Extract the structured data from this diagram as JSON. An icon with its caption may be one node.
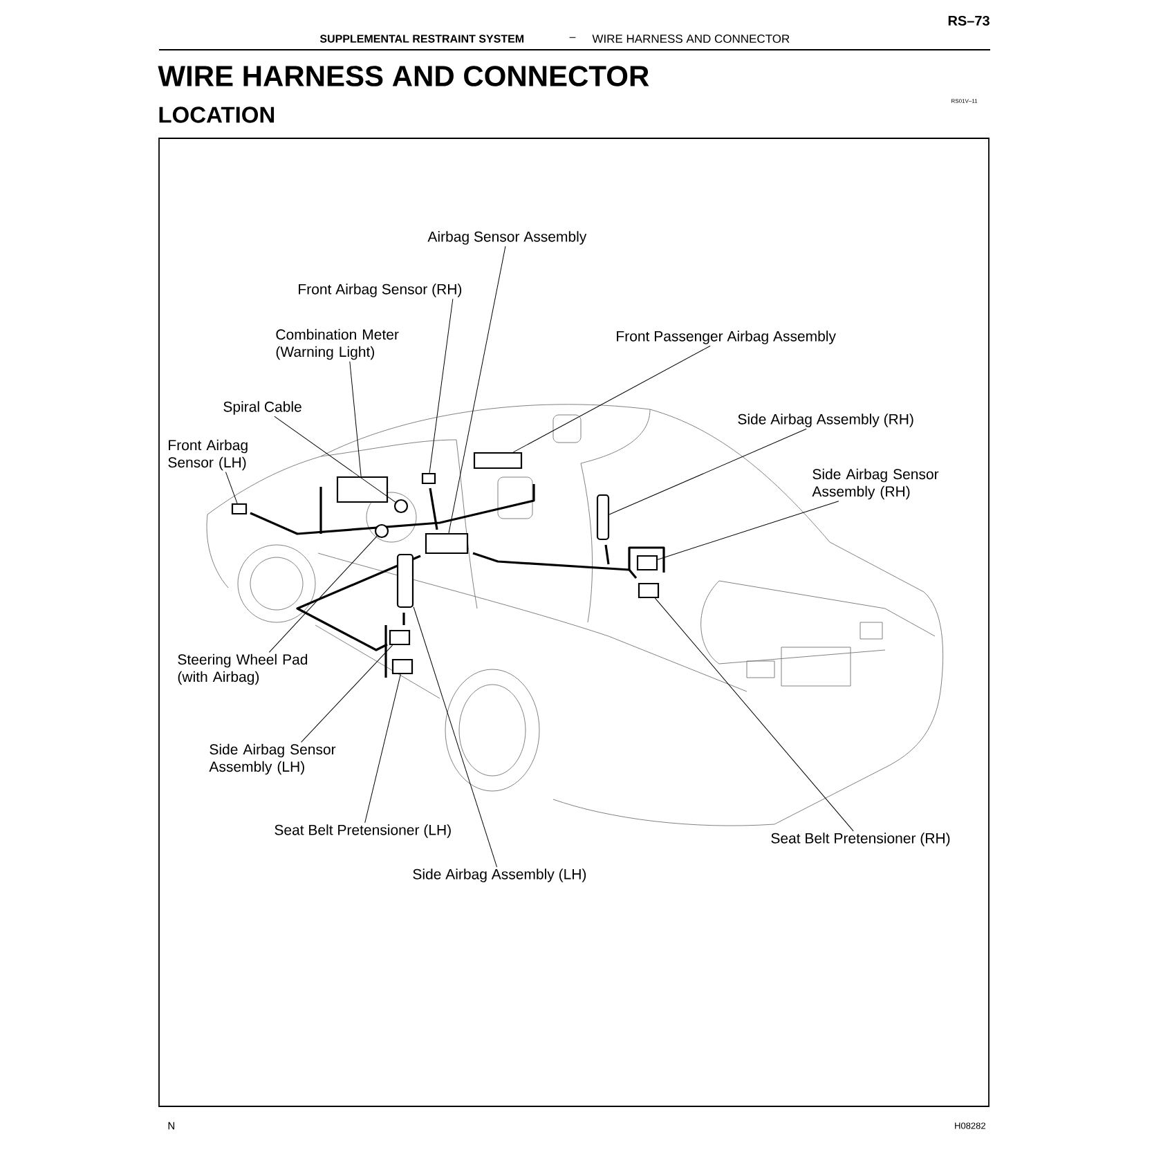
{
  "diagram": {
    "title": "WIRE HARNESS AND CONNECTOR",
    "nodes": [
      {
        "text": [
          "Airbag Sensor Assembly"
        ]
      },
      {
        "text": [
          "Front Airbag Sensor (RH)"
        ]
      },
      {
        "text": [
          "Combination Meter (Warning Light)"
        ]
      },
      {
        "text": [
          "Front Passenger Airbag Assembly"
        ]
      },
      {
        "text": [
          "Spiral Cable"
        ]
      },
      {
        "text": [
          "Front Airbag Sensor (LH)"
        ]
      },
      {
        "text": [
          "Side Airbag Assembly (RH)"
        ]
      },
      {
        "text": [
          "Side Airbag Sensor Assembly (RH)"
        ]
      },
      {
        "text": [
          "Steering Wheel Pad (with Airbag)"
        ]
      },
      {
        "text": [
          "Side Airbag Sensor Assembly (LH)"
        ]
      },
      {
        "text": [
          "Seat Belt Pretensioner (LH)"
        ]
      },
      {
        "text": [
          "Side Airbag Assembly (LH)"
        ]
      },
      {
        "text": [
          "Seat Belt Pretensioner (RH)"
        ]
      },
      {
        "text": [],
        "shape": "box"
      },
      {
        "text": [],
        "shape": "box"
      },
      {
        "text": [],
        "shape": "box"
      },
      {
        "text": [],
        "shape": "box"
      },
      {
        "text": [],
        "shape": "circle"
      },
      {
        "text": [],
        "shape": "box"
      },
      {
        "text": [],
        "shape": "bar"
      },
      {
        "text": [],
        "shape": "box"
      },
      {
        "text": [],
        "shape": "circle"
      },
      {
        "text": [],
        "shape": "box"
      },
      {
        "text": [],
        "shape": "box"
      },
      {
        "text": [],
        "shape": "bar"
      },
      {
        "text": [],
        "shape": "box"
      }
    ],
    "edges": [
      {
        "from": 0,
        "to": 13,
        "arrow": "none"
      },
      {
        "from": 1,
        "to": 14,
        "arrow": "none"
      },
      {
        "from": 2,
        "to": 15,
        "arrow": "none"
      },
      {
        "from": 3,
        "to": 16,
        "arrow": "none"
      },
      {
        "from": 4,
        "to": 17,
        "arrow": "none"
      },
      {
        "from": 5,
        "to": 18,
        "arrow": "none"
      },
      {
        "from": 6,
        "to": 19,
        "arrow": "none"
      },
      {
        "from": 7,
        "to": 20,
        "arrow": "none"
      },
      {
        "from": 8,
        "to": 21,
        "arrow": "none"
      },
      {
        "from": 9,
        "to": 22,
        "arrow": "none"
      },
      {
        "from": 10,
        "to": 23,
        "arrow": "none"
      },
      {
        "from": 11,
        "to": 24,
        "arrow": "none"
      },
      {
        "from": 12,
        "to": 25,
        "arrow": "none"
      }
    ],
    "labels": [
      "RS–73",
      "SUPPLEMENTAL RESTRAINT SYSTEM",
      "–",
      "WIRE HARNESS AND CONNECTOR",
      "LOCATION",
      "RS01V–11",
      "N",
      "H08282"
    ]
  }
}
